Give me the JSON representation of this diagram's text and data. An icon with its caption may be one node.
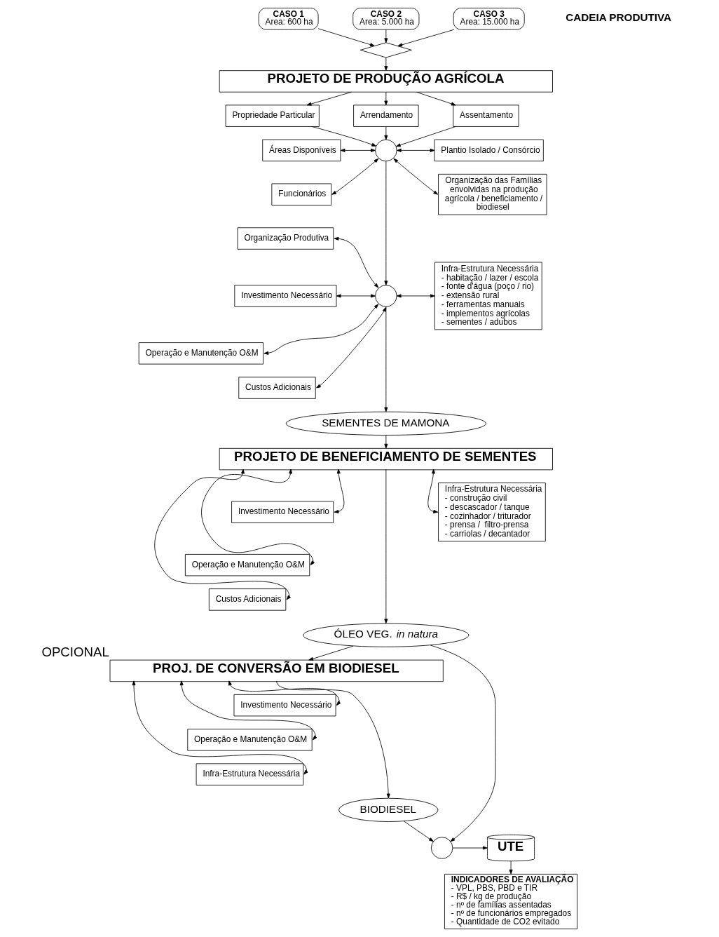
{
  "diagram": {
    "nodes": [
      {
        "text": [
          "CASO 1",
          "Area: 600 ha"
        ]
      },
      {
        "text": [
          "CASO 2",
          "Area: 5.000 ha"
        ]
      },
      {
        "text": [
          "CASO 3",
          "Area: 15.000 ha"
        ]
      },
      {
        "text": [],
        "shape": "diamond"
      },
      {
        "text": [
          "PROJETO DE PRODUÇÃO AGRÍCOLA"
        ]
      },
      {
        "text": [
          "Propriedade Particular"
        ]
      },
      {
        "text": [
          "Arrendamento"
        ]
      },
      {
        "text": [
          "Assentamento"
        ]
      },
      {
        "text": [],
        "shape": "circle"
      },
      {
        "text": [
          "Áreas Disponíveis"
        ]
      },
      {
        "text": [
          "Plantio Isolado / Consórcio"
        ]
      },
      {
        "text": [
          "Funcionários"
        ]
      },
      {
        "text": [
          "Organização das Famílias envolvidas na produção agrícola / beneficiamento / biodiesel"
        ]
      },
      {
        "text": [
          "Organização Produtiva"
        ]
      },
      {
        "text": [],
        "shape": "circle"
      },
      {
        "text": [
          "Investimento Necessário"
        ]
      },
      {
        "text": [
          "Infra-Estrutura Necessária",
          "- habitação / lazer / escola",
          "- fonte d'água (poço / rio)",
          "- extensão rural",
          "- ferramentas manuais",
          "- implementos agrícolas",
          "- sementes / adubos"
        ]
      },
      {
        "text": [
          "Operação e Manutenção O&M"
        ]
      },
      {
        "text": [
          "Custos Adicionais"
        ]
      },
      {
        "text": [
          "SEMENTES DE MAMONA"
        ]
      },
      {
        "text": [
          "PROJETO DE BENEFICIAMENTO DE SEMENTES"
        ]
      },
      {
        "text": [
          "Investimento Necessário"
        ]
      },
      {
        "text": [
          "Infra-Estrutura Necessária",
          "- construção civil",
          "- descascador / tanque",
          "- cozinhador / triturador",
          "- prensa /  filtro-prensa",
          "- carriolas / decantador"
        ]
      },
      {
        "text": [
          "Operação e Manutenção O&M"
        ]
      },
      {
        "text": [
          "Custos Adicionais"
        ]
      },
      {
        "text": [
          "ÓLEO VEG. *in natura*"
        ]
      },
      {
        "text": [
          "PROJ. DE CONVERSÃO EM BIODIESEL"
        ],
        "beside": [
          "OPCIONAL"
        ]
      },
      {
        "text": [
          "Investimento Necessário"
        ]
      },
      {
        "text": [
          "Operação e Manutenção O&M"
        ]
      },
      {
        "text": [
          "Infra-Estrutura Necessária"
        ]
      },
      {
        "text": [
          "BIODIESEL"
        ]
      },
      {
        "text": [],
        "shape": "circle"
      },
      {
        "text": [
          "UTE"
        ]
      },
      {
        "text": [
          "INDICADORES DE AVALIAÇÃO",
          "- VPL, PBS, PBD e TIR",
          "- R$ / kg de produção",
          "- nº de famílias assentadas",
          "- nº de funcionários empregados",
          "- Quantidade de CO2 evitado"
        ]
      }
    ],
    "edges": [
      {
        "from": 0,
        "to": 3,
        "arrow": "to"
      },
      {
        "from": 1,
        "to": 3,
        "arrow": "to"
      },
      {
        "from": 2,
        "to": 3,
        "arrow": "to"
      },
      {
        "from": 3,
        "to": 4,
        "arrow": "to"
      },
      {
        "from": 4,
        "to": 5,
        "arrow": "to"
      },
      {
        "from": 4,
        "to": 6,
        "arrow": "to"
      },
      {
        "from": 4,
        "to": 7,
        "arrow": "to"
      },
      {
        "from": 5,
        "to": 8,
        "arrow": "to"
      },
      {
        "from": 6,
        "to": 8,
        "arrow": "to"
      },
      {
        "from": 7,
        "to": 8,
        "arrow": "to"
      },
      {
        "from": 8,
        "to": 9,
        "arrow": "both"
      },
      {
        "from": 8,
        "to": 10,
        "arrow": "both"
      },
      {
        "from": 8,
        "to": 11,
        "arrow": "both"
      },
      {
        "from": 8,
        "to": 12,
        "arrow": "both"
      },
      {
        "from": 14,
        "to": 13,
        "arrow": "both"
      },
      {
        "from": 8,
        "to": 14,
        "arrow": "to"
      },
      {
        "from": 14,
        "to": 15,
        "arrow": "both"
      },
      {
        "from": 14,
        "to": 16,
        "arrow": "both"
      },
      {
        "from": 14,
        "to": 17,
        "arrow": "both"
      },
      {
        "from": 14,
        "to": 18,
        "arrow": "both"
      },
      {
        "from": 14,
        "to": 19,
        "arrow": "to"
      },
      {
        "from": 19,
        "to": 20,
        "arrow": "to"
      },
      {
        "from": 20,
        "to": 21,
        "arrow": "both"
      },
      {
        "from": 20,
        "to": 22,
        "arrow": "both"
      },
      {
        "from": 20,
        "to": 23,
        "arrow": "both"
      },
      {
        "from": 20,
        "to": 24,
        "arrow": "both"
      },
      {
        "from": 20,
        "to": 25,
        "arrow": "to"
      },
      {
        "from": 25,
        "to": 26,
        "arrow": "to"
      },
      {
        "from": 26,
        "to": 27,
        "arrow": "both"
      },
      {
        "from": 26,
        "to": 28,
        "arrow": "both"
      },
      {
        "from": 26,
        "to": 29,
        "arrow": "both"
      },
      {
        "from": 26,
        "to": 30,
        "arrow": "to"
      },
      {
        "from": 25,
        "to": 31,
        "arrow": "to"
      },
      {
        "from": 30,
        "to": 31,
        "arrow": "to"
      },
      {
        "from": 31,
        "to": 32,
        "arrow": "to"
      },
      {
        "from": 32,
        "to": 33,
        "arrow": "to"
      }
    ],
    "labels": [
      "CADEIA PRODUTIVA"
    ]
  }
}
